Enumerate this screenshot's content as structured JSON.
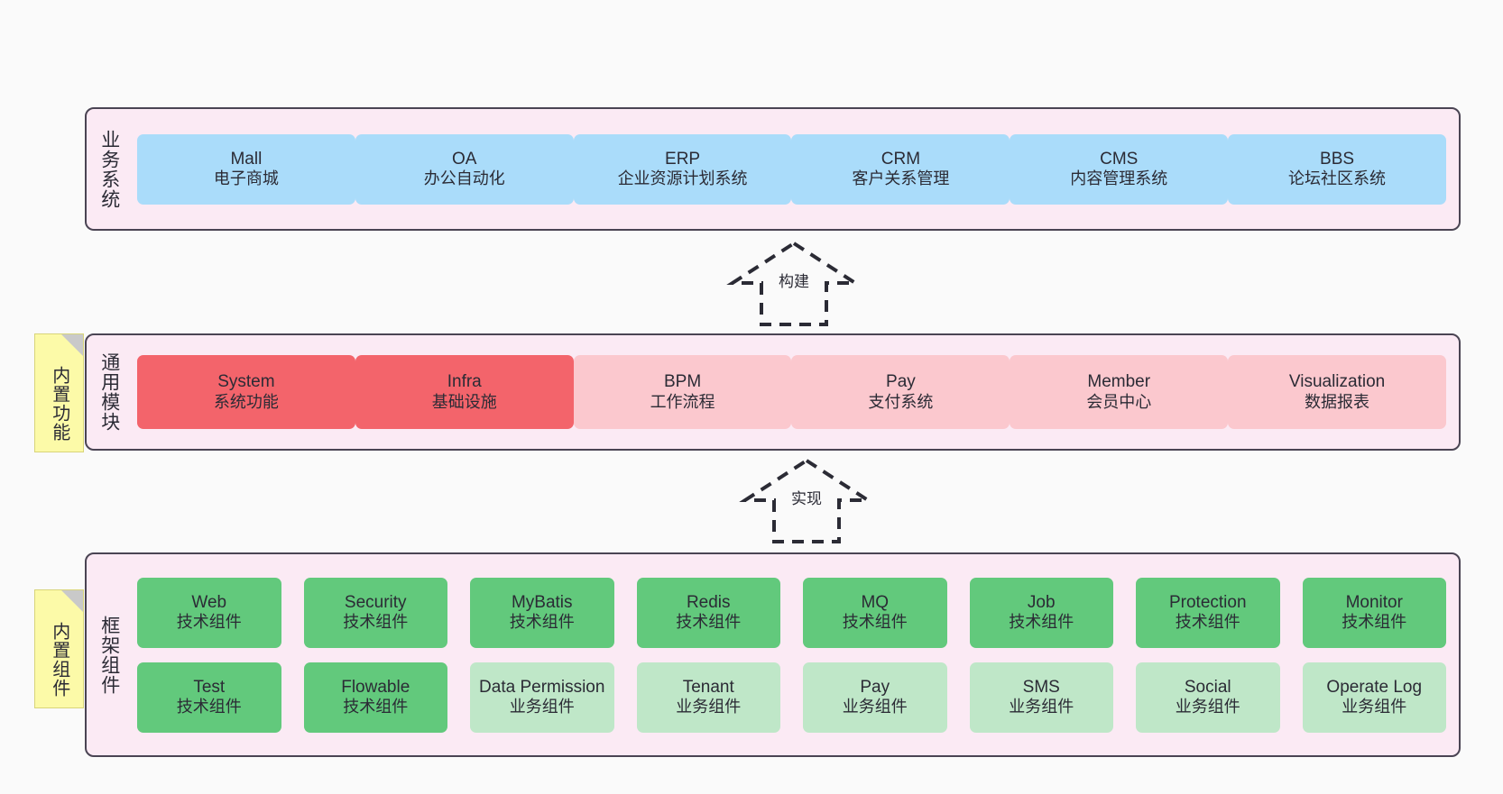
{
  "diagram": {
    "background": "#fafafa",
    "layer_fill": "#fbeaf4",
    "layer_border": "#4a4453",
    "note_fill": "#fcfaa8",
    "colors": {
      "business": "#aadcfa",
      "module_core": "#f3646b",
      "module_plain": "#fbc8ce",
      "framework_tech": "#62c97c",
      "framework_biz": "#bfe7c8"
    }
  },
  "layers": {
    "business": {
      "title": "业务系统",
      "cards": [
        {
          "name": "Mall",
          "desc": "电子商城"
        },
        {
          "name": "OA",
          "desc": "办公自动化"
        },
        {
          "name": "ERP",
          "desc": "企业资源计划系统"
        },
        {
          "name": "CRM",
          "desc": "客户关系管理"
        },
        {
          "name": "CMS",
          "desc": "内容管理系统"
        },
        {
          "name": "BBS",
          "desc": "论坛社区系统"
        }
      ]
    },
    "module": {
      "title": "通用模块",
      "note": "内置功能",
      "cards": [
        {
          "name": "System",
          "desc": "系统功能",
          "style": "core"
        },
        {
          "name": "Infra",
          "desc": "基础设施",
          "style": "core"
        },
        {
          "name": "BPM",
          "desc": "工作流程",
          "style": "plain"
        },
        {
          "name": "Pay",
          "desc": "支付系统",
          "style": "plain"
        },
        {
          "name": "Member",
          "desc": "会员中心",
          "style": "plain"
        },
        {
          "name": "Visualization",
          "desc": "数据报表",
          "style": "plain"
        }
      ]
    },
    "framework": {
      "title": "框架组件",
      "note": "内置组件",
      "row1": [
        {
          "name": "Web",
          "desc": "技术组件",
          "style": "tech"
        },
        {
          "name": "Security",
          "desc": "技术组件",
          "style": "tech"
        },
        {
          "name": "MyBatis",
          "desc": "技术组件",
          "style": "tech"
        },
        {
          "name": "Redis",
          "desc": "技术组件",
          "style": "tech"
        },
        {
          "name": "MQ",
          "desc": "技术组件",
          "style": "tech"
        },
        {
          "name": "Job",
          "desc": "技术组件",
          "style": "tech"
        },
        {
          "name": "Protection",
          "desc": "技术组件",
          "style": "tech"
        },
        {
          "name": "Monitor",
          "desc": "技术组件",
          "style": "tech"
        }
      ],
      "row2": [
        {
          "name": "Test",
          "desc": "技术组件",
          "style": "tech"
        },
        {
          "name": "Flowable",
          "desc": "技术组件",
          "style": "tech"
        },
        {
          "name": "Data Permission",
          "desc": "业务组件",
          "style": "biz"
        },
        {
          "name": "Tenant",
          "desc": "业务组件",
          "style": "biz"
        },
        {
          "name": "Pay",
          "desc": "业务组件",
          "style": "biz"
        },
        {
          "name": "SMS",
          "desc": "业务组件",
          "style": "biz"
        },
        {
          "name": "Social",
          "desc": "业务组件",
          "style": "biz"
        },
        {
          "name": "Operate Log",
          "desc": "业务组件",
          "style": "biz"
        }
      ]
    }
  },
  "connectors": [
    {
      "label": "构建"
    },
    {
      "label": "实现"
    }
  ]
}
